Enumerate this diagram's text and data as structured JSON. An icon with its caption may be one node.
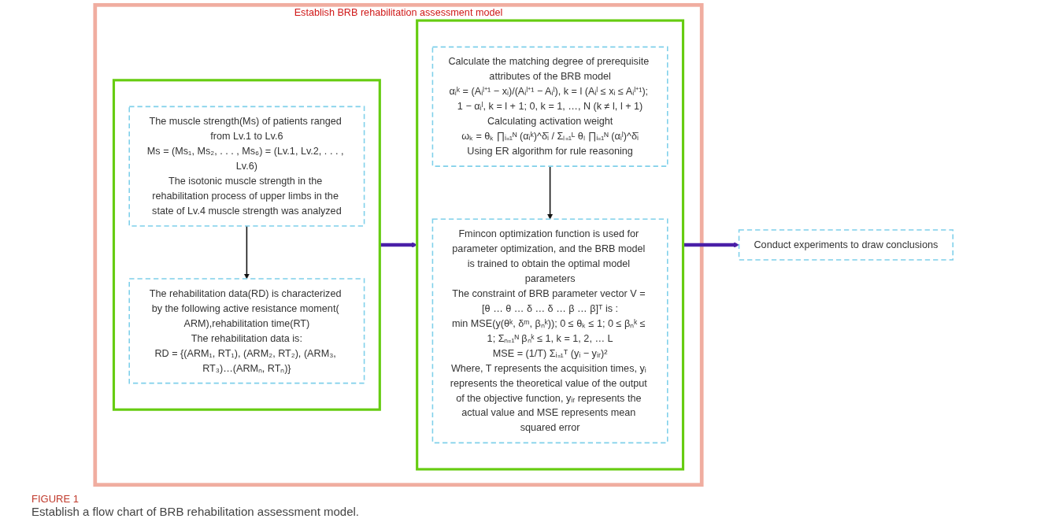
{
  "diagram": {
    "caption": "Establish a flow chart of BRB rehabilitation assessment model.",
    "nodes": [
      {
        "text": [
          "Establish BRB rehabilitation assessment model"
        ]
      },
      {
        "text": [],
        "shape": "box",
        "in": 0
      },
      {
        "text": [
          "The muscle strength(Ms) of patients ranged from Lv.1 to Lv.6",
          "Ms = (Ms₁, Ms₂, . . . , Ms₆) = (Lv.1, Lv.2, . . . , Lv.6)",
          "The isotonic muscle strength in the rehabilitation process of upper limbs in the state of Lv.4 muscle strength was analyzed"
        ],
        "in": 1
      },
      {
        "text": [
          "The rehabilitation data(RD) is characterized by the following active resistance moment( ARM),rehabilitation time(RT)",
          "The rehabilitation data is:",
          "RD = {(ARM₁, RT₁), (ARM₂, RT₂), (ARM₃, RT₃)…(ARMₙ, RTₙ)}"
        ],
        "in": 1
      },
      {
        "text": [],
        "shape": "box",
        "in": 0
      },
      {
        "text": [
          "Calculate the matching degree of prerequisite attributes of the BRB model",
          "αᵢᵏ = (Aᵢˡ⁺¹ − xᵢ)/(Aᵢˡ⁺¹ − Aᵢˡ), k = l (Aᵢˡ ≤ xᵢ ≤ Aᵢˡ⁺¹); 1 − αᵢˡ, k = l + 1; 0, k = 1, …, N (k ≠ l, l + 1)",
          "Calculating activation weight",
          "ωₖ = θₖ ∏ᵢ₌₁ᴺ (αᵢᵏ)^δ̄ᵢ / Σₗ₌₁ᴸ θₗ ∏ᵢ₌₁ᴺ (αᵢˡ)^δ̄ᵢ",
          "Using ER algorithm for rule reasoning"
        ],
        "in": 4
      },
      {
        "text": [
          "Fmincon optimization function is used for parameter optimization, and the BRB model is trained to obtain the optimal model parameters",
          "The constraint of BRB parameter vector V = [θ … θ … δ … δ … β … β]ᵀ is :",
          "min MSE(y(θᵏ, δᵐ, βₙᵏ)); 0 ≤ θₖ ≤ 1; 0 ≤ βₙᵏ ≤ 1; Σₙ₌₁ᴺ βₙᵏ ≤ 1, k = 1, 2, … L",
          "MSE = (1/T) Σᵢ₌₁ᵀ (yᵢ − yᵢᵣ)²",
          "Where, T represents the acquisition times, yᵢ represents the theoretical value of the output of the objective function, yᵢᵣ represents the actual value and MSE represents mean squared error"
        ],
        "in": 4
      },
      {
        "text": [
          "Conduct experiments to draw conclusions"
        ]
      }
    ],
    "edges": [
      {
        "from": 2,
        "to": 3,
        "arrow": "to"
      },
      {
        "from": 1,
        "to": 4,
        "arrow": "to",
        "style": "thick",
        "color": "#4a1fa8"
      },
      {
        "from": 5,
        "to": 6,
        "arrow": "to"
      },
      {
        "from": 4,
        "to": 7,
        "arrow": "to",
        "style": "thick",
        "color": "#4a1fa8"
      }
    ],
    "labels": [
      "FIGURE 1"
    ]
  }
}
